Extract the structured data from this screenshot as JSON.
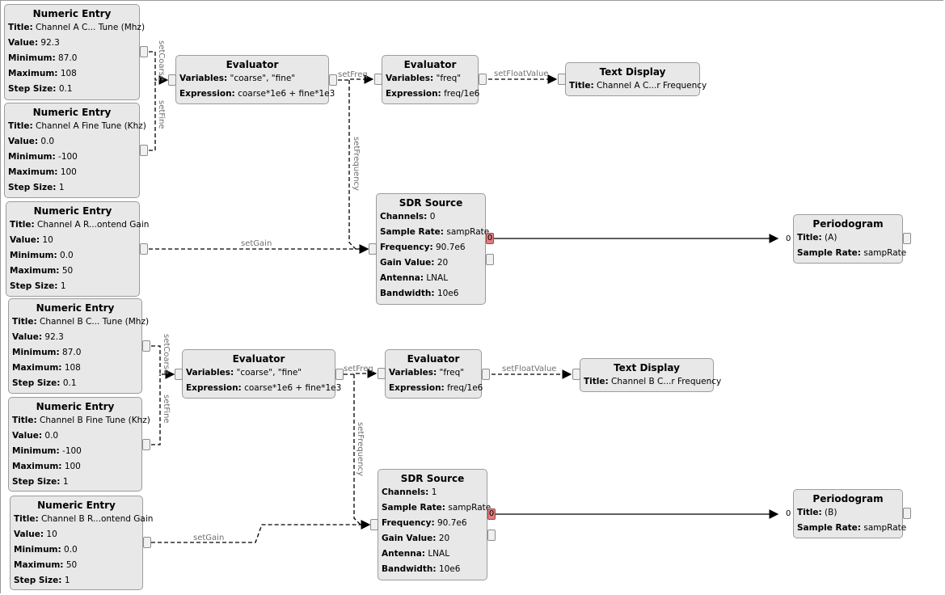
{
  "numeric_entries": [
    {
      "title": "Numeric Entry",
      "params": [
        [
          "Title:",
          "Channel A C... Tune (Mhz)"
        ],
        [
          "Value:",
          "92.3"
        ],
        [
          "Minimum:",
          "87.0"
        ],
        [
          "Maximum:",
          "108"
        ],
        [
          "Step Size:",
          "0.1"
        ]
      ]
    },
    {
      "title": "Numeric Entry",
      "params": [
        [
          "Title:",
          "Channel A Fine Tune (Khz)"
        ],
        [
          "Value:",
          "0.0"
        ],
        [
          "Minimum:",
          "-100"
        ],
        [
          "Maximum:",
          "100"
        ],
        [
          "Step Size:",
          "1"
        ]
      ]
    },
    {
      "title": "Numeric Entry",
      "params": [
        [
          "Title:",
          "Channel A R...ontend Gain"
        ],
        [
          "Value:",
          "10"
        ],
        [
          "Minimum:",
          "0.0"
        ],
        [
          "Maximum:",
          "50"
        ],
        [
          "Step Size:",
          "1"
        ]
      ]
    },
    {
      "title": "Numeric Entry",
      "params": [
        [
          "Title:",
          "Channel B C... Tune (Mhz)"
        ],
        [
          "Value:",
          "92.3"
        ],
        [
          "Minimum:",
          "87.0"
        ],
        [
          "Maximum:",
          "108"
        ],
        [
          "Step Size:",
          "0.1"
        ]
      ]
    },
    {
      "title": "Numeric Entry",
      "params": [
        [
          "Title:",
          "Channel B Fine Tune (Khz)"
        ],
        [
          "Value:",
          "0.0"
        ],
        [
          "Minimum:",
          "-100"
        ],
        [
          "Maximum:",
          "100"
        ],
        [
          "Step Size:",
          "1"
        ]
      ]
    },
    {
      "title": "Numeric Entry",
      "params": [
        [
          "Title:",
          "Channel B R...ontend Gain"
        ],
        [
          "Value:",
          "10"
        ],
        [
          "Minimum:",
          "0.0"
        ],
        [
          "Maximum:",
          "50"
        ],
        [
          "Step Size:",
          "1"
        ]
      ]
    }
  ],
  "evaluators": [
    {
      "title": "Evaluator",
      "params": [
        [
          "Variables:",
          "\"coarse\", \"fine\""
        ],
        [
          "Expression:",
          "coarse*1e6 + fine*1e3"
        ]
      ]
    },
    {
      "title": "Evaluator",
      "params": [
        [
          "Variables:",
          "\"freq\""
        ],
        [
          "Expression:",
          "freq/1e6"
        ]
      ]
    },
    {
      "title": "Evaluator",
      "params": [
        [
          "Variables:",
          "\"coarse\", \"fine\""
        ],
        [
          "Expression:",
          "coarse*1e6 + fine*1e3"
        ]
      ]
    },
    {
      "title": "Evaluator",
      "params": [
        [
          "Variables:",
          "\"freq\""
        ],
        [
          "Expression:",
          "freq/1e6"
        ]
      ]
    }
  ],
  "text_displays": [
    {
      "title": "Text Display",
      "params": [
        [
          "Title:",
          "Channel A C...r Frequency"
        ]
      ]
    },
    {
      "title": "Text Display",
      "params": [
        [
          "Title:",
          "Channel B C...r Frequency"
        ]
      ]
    }
  ],
  "sdr_sources": [
    {
      "title": "SDR Source",
      "port_label": "0",
      "params": [
        [
          "Channels:",
          "0"
        ],
        [
          "Sample Rate:",
          "sampRate"
        ],
        [
          "Frequency:",
          "90.7e6"
        ],
        [
          "Gain Value:",
          "20"
        ],
        [
          "Antenna:",
          "LNAL"
        ],
        [
          "Bandwidth:",
          "10e6"
        ]
      ]
    },
    {
      "title": "SDR Source",
      "port_label": "0",
      "params": [
        [
          "Channels:",
          "1"
        ],
        [
          "Sample Rate:",
          "sampRate"
        ],
        [
          "Frequency:",
          "90.7e6"
        ],
        [
          "Gain Value:",
          "20"
        ],
        [
          "Antenna:",
          "LNAL"
        ],
        [
          "Bandwidth:",
          "10e6"
        ]
      ]
    }
  ],
  "periodograms": [
    {
      "title": "Periodogram",
      "port_label": "0",
      "params": [
        [
          "Title:",
          "(A)"
        ],
        [
          "Sample Rate:",
          "sampRate"
        ]
      ]
    },
    {
      "title": "Periodogram",
      "port_label": "0",
      "params": [
        [
          "Title:",
          "(B)"
        ],
        [
          "Sample Rate:",
          "sampRate"
        ]
      ]
    }
  ],
  "wire_labels": {
    "a_coarse": "setCoarse",
    "a_fine": "setFine",
    "a_freq": "setFreq",
    "a_float": "setFloatValue",
    "a_frequency": "setFrequency",
    "a_gain": "setGain",
    "b_coarse": "setCoarse",
    "b_fine": "setFine",
    "b_freq": "setFreq",
    "b_float": "setFloatValue",
    "b_frequency": "setFrequency",
    "b_gain": "setGain"
  }
}
